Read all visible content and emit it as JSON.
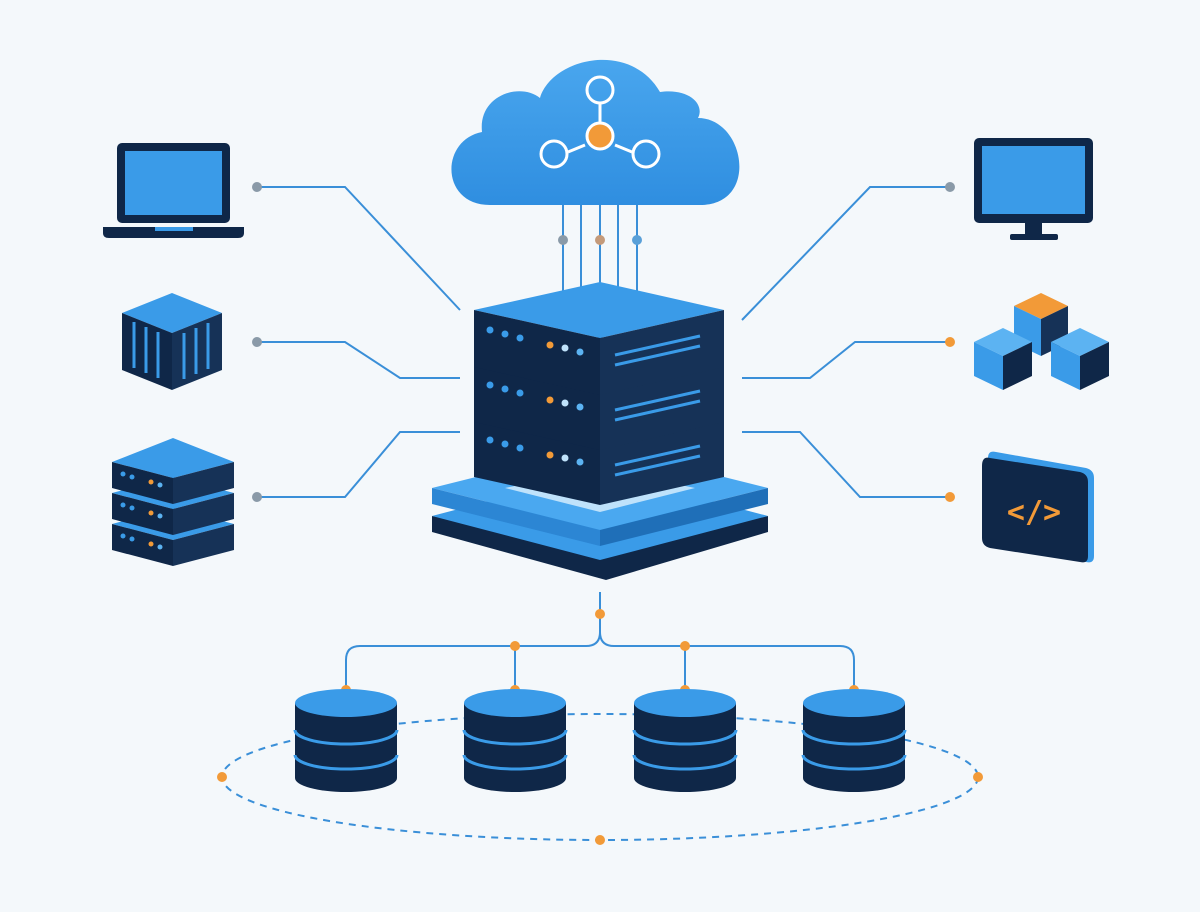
{
  "colors": {
    "background": "#f4f8fb",
    "primary_blue": "#3a9be8",
    "light_blue": "#5cb3f2",
    "dark_navy": "#0f2748",
    "line_blue": "#3a8fd8",
    "accent_orange": "#f29a38",
    "connector_grey": "#8a9aa8",
    "white": "#ffffff"
  },
  "nodes": {
    "cloud": {
      "icon": "cloud-network-icon"
    },
    "central_server": {
      "icon": "server-rack-icon",
      "units": 3
    },
    "laptop": {
      "icon": "laptop-icon"
    },
    "container": {
      "icon": "container-icon"
    },
    "small_servers": {
      "icon": "server-stack-icon",
      "units": 3
    },
    "monitor": {
      "icon": "monitor-icon"
    },
    "cubes": {
      "icon": "cubes-icon"
    },
    "code": {
      "icon": "code-icon",
      "glyph": "</>"
    },
    "databases": {
      "icon": "database-icon",
      "count": 4
    }
  }
}
